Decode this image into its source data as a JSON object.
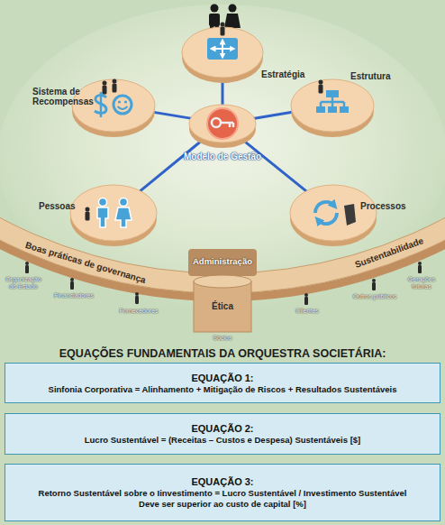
{
  "diagram": {
    "title": "EQUAÇÕES FUNDAMENTAIS DA ORQUESTRA SOCIETÁRIA:",
    "nodes": [
      {
        "text": [
          "Estratégia"
        ]
      },
      {
        "text": [
          "Sistema de Recompensas"
        ]
      },
      {
        "text": [
          "Estrutura"
        ]
      },
      {
        "text": [
          "Modelo de Gestão"
        ]
      },
      {
        "text": [
          "Pessoas"
        ]
      },
      {
        "text": [
          "Processos"
        ]
      },
      {
        "text": [
          "Boas práticas de governança",
          "Sustentabilidade"
        ]
      },
      {
        "text": [
          "Administração",
          "Ética"
        ]
      },
      {
        "text": [
          "EQUAÇÃO 1:",
          "Sinfonia Corporativa = Alinhamento + Mitigação de Riscos + Resultados Sustentáveis"
        ]
      },
      {
        "text": [
          "EQUAÇÃO 2:",
          "Lucro Sustentável = (Receitas – Custos e Despesa) Sustentáveis [$]"
        ]
      },
      {
        "text": [
          "EQUAÇÃO 3:",
          "Retorno Sustentável sobre o Iinvestimento = Lucro Sustentável / Investimento Sustentável",
          "Deve ser superior ao custo de capital [%]"
        ]
      }
    ],
    "edges": [
      {
        "from": 3,
        "to": 0,
        "arrow": "none"
      },
      {
        "from": 3,
        "to": 1,
        "arrow": "none"
      },
      {
        "from": 3,
        "to": 2,
        "arrow": "none"
      },
      {
        "from": 3,
        "to": 4,
        "arrow": "none"
      },
      {
        "from": 3,
        "to": 5,
        "arrow": "none"
      }
    ],
    "labels": [
      "Organização do Estado",
      "Financiadores",
      "Fornecedores",
      "Sócios",
      "Clientes",
      "Outros públicos",
      "Gerações futuras"
    ]
  }
}
